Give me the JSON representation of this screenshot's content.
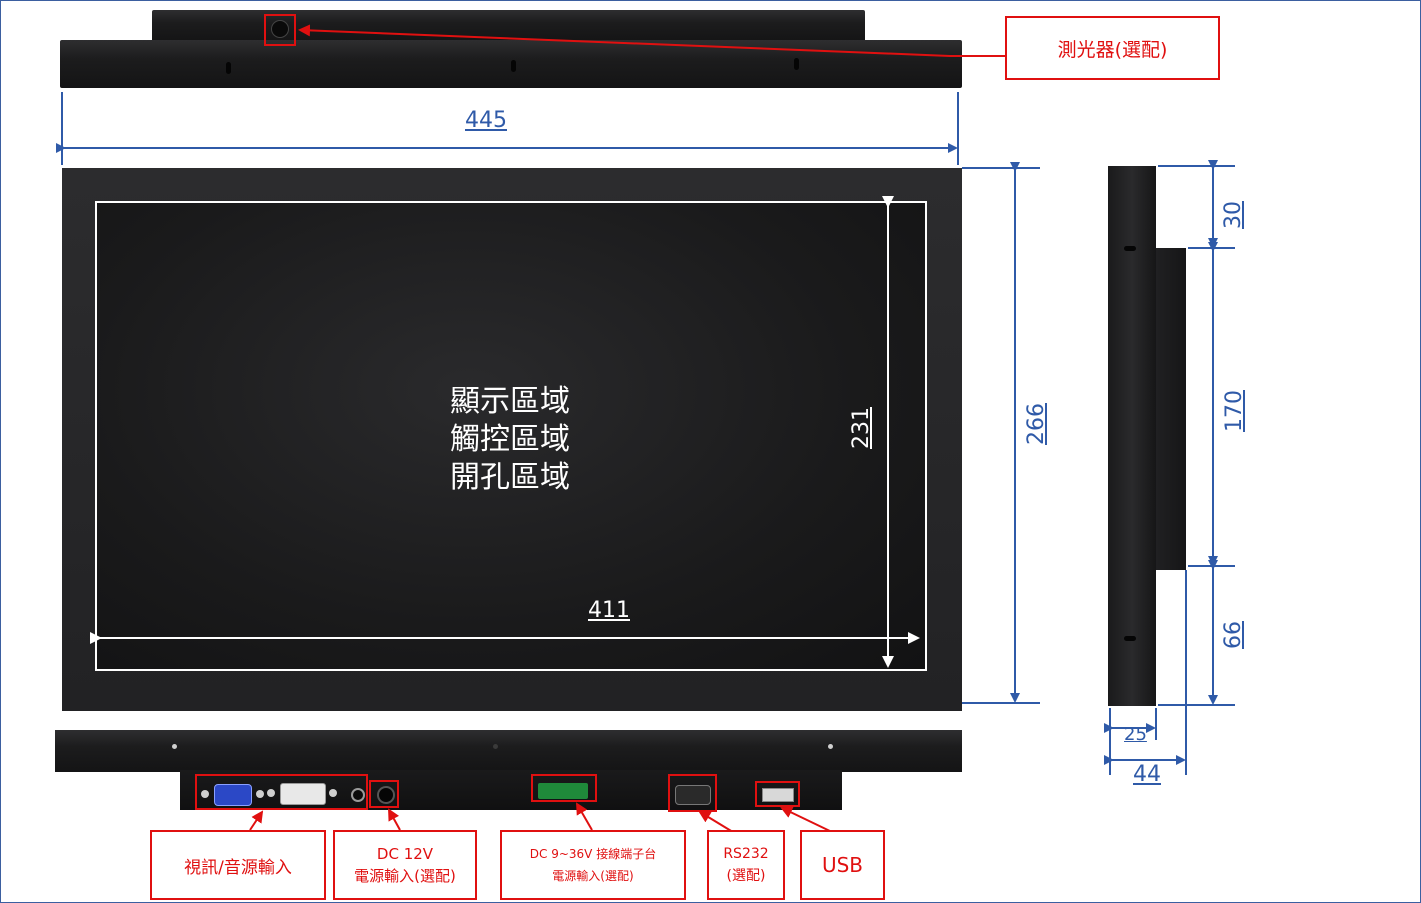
{
  "dimensions": {
    "overall_width": "445",
    "display_width": "411",
    "display_height": "231",
    "overall_height": "266",
    "side_top": "30",
    "side_middle": "170",
    "side_bottom": "66",
    "depth_inner": "25",
    "depth_total": "44"
  },
  "screen": {
    "line1": "顯示區域",
    "line2": "觸控區域",
    "line3": "開孔區域"
  },
  "callouts": {
    "light_sensor": "測光器(選配)",
    "video_audio": "視訊/音源輸入",
    "dc12v": "DC 12V\n電源輸入(選配)",
    "terminal": "DC 9~36V  接線端子台\n電源輸入(選配)",
    "rs232": "RS232\n(選配)",
    "usb": "USB"
  },
  "colors": {
    "dimension": "#2f5aa8",
    "callout": "#e01010",
    "bezel": "#1c1c1d",
    "frame": "#3b5fa0"
  }
}
